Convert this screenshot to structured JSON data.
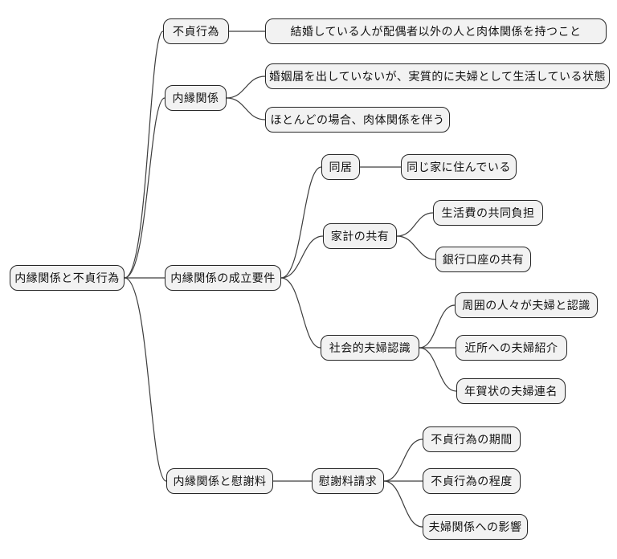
{
  "diagram": {
    "type": "mindmap",
    "title": "内縁関係と不貞行為",
    "colors": {
      "background": "#ffffff",
      "node_fill": "#f2f2f2",
      "node_border": "#262626",
      "connector": "#3d3d3d",
      "text": "#111111"
    },
    "root": {
      "label": "内縁関係と不貞行為"
    },
    "branches": [
      {
        "label": "不貞行為",
        "children": [
          {
            "label": "結婚している人が配偶者以外の人と肉体関係を持つこと"
          }
        ]
      },
      {
        "label": "内縁関係",
        "children": [
          {
            "label": "婚姻届を出していないが、実質的に夫婦として生活している状態"
          },
          {
            "label": "ほとんどの場合、肉体関係を伴う"
          }
        ]
      },
      {
        "label": "内縁関係の成立要件",
        "children": [
          {
            "label": "同居",
            "children": [
              {
                "label": "同じ家に住んでいる"
              }
            ]
          },
          {
            "label": "家計の共有",
            "children": [
              {
                "label": "生活費の共同負担"
              },
              {
                "label": "銀行口座の共有"
              }
            ]
          },
          {
            "label": "社会的夫婦認識",
            "children": [
              {
                "label": "周囲の人々が夫婦と認識"
              },
              {
                "label": "近所への夫婦紹介"
              },
              {
                "label": "年賀状の夫婦連名"
              }
            ]
          }
        ]
      },
      {
        "label": "内縁関係と慰謝料",
        "children": [
          {
            "label": "慰謝料請求",
            "children": [
              {
                "label": "不貞行為の期間"
              },
              {
                "label": "不貞行為の程度"
              },
              {
                "label": "夫婦関係への影響"
              }
            ]
          }
        ]
      }
    ]
  }
}
